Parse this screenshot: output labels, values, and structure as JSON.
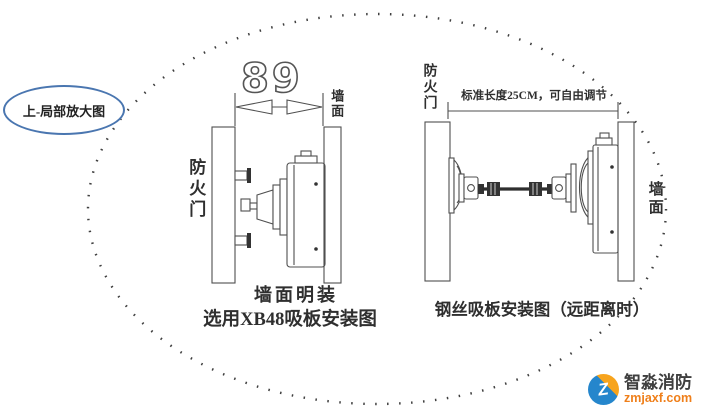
{
  "colors": {
    "line": "#4f4f4f",
    "text": "#2f2f2f",
    "callout_border": "#4a76b0",
    "brand_text": "#3f3f3f",
    "brand_domain": "#ef7f1a",
    "logo_blue": "#2586cc",
    "logo_orange": "#f7a41d"
  },
  "callout": {
    "label": "上-局部放大图"
  },
  "left_diagram": {
    "dimension_value": "89",
    "door_label": "防火门",
    "wall_label": "墙面",
    "mount_type_label": "墙面明装",
    "caption": "选用XB48吸板安装图"
  },
  "right_diagram": {
    "door_label": "防火门",
    "dimension_note": "标准长度25CM，可自由调节",
    "wall_label": "墙面",
    "caption": "钢丝吸板安装图（远距离时）"
  },
  "watermark": {
    "brand_name": "智淼消防",
    "website": "zmjaxf.com"
  }
}
